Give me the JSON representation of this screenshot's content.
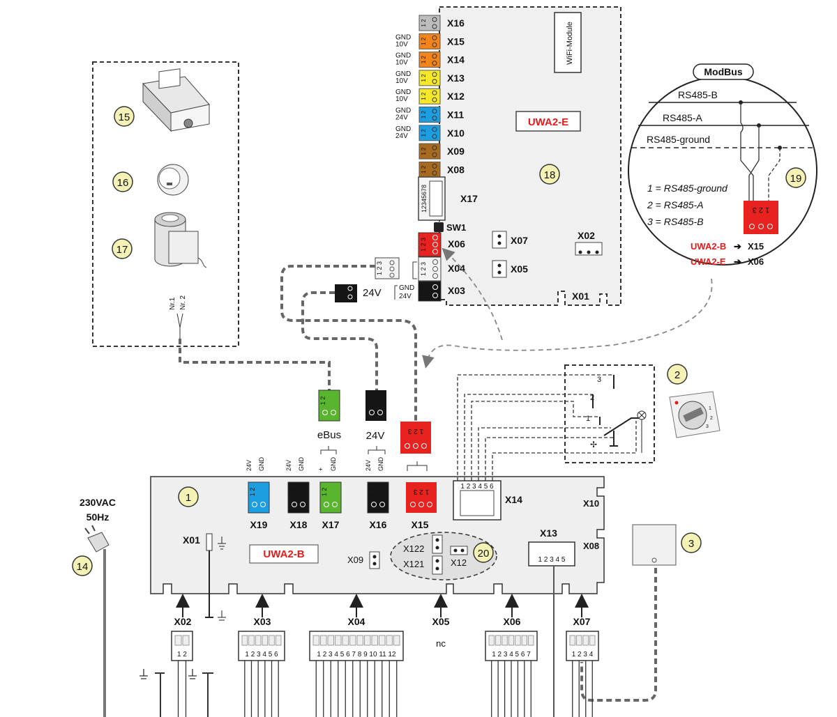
{
  "colors": {
    "red_terminal": "#e8221e",
    "orange_terminal": "#f2841c",
    "yellow_terminal": "#f5e82a",
    "blue_terminal": "#1d9ee0",
    "brown_terminal": "#a86a1e",
    "grey_terminal": "#bdbdbd",
    "green_terminal": "#5ab52e",
    "black_terminal": "#151515",
    "callout_fill": "#f5f2b5",
    "board_fill": "#efefef",
    "label_red": "#e31b1b"
  },
  "boards": {
    "uwa2e": {
      "name": "UWA2-E",
      "wifi_module": "WiFi-Module",
      "callout": "18",
      "terminals": [
        {
          "id": "X16",
          "color": "grey",
          "pins": "1 2",
          "side_label": ""
        },
        {
          "id": "X15",
          "color": "orange",
          "pins": "1 2",
          "side_label": "GND\n10V"
        },
        {
          "id": "X14",
          "color": "orange",
          "pins": "1 2",
          "side_label": "GND\n10V"
        },
        {
          "id": "X13",
          "color": "yellow",
          "pins": "1 2",
          "side_label": "GND\n10V"
        },
        {
          "id": "X12",
          "color": "yellow",
          "pins": "1 2",
          "side_label": "GND\n10V"
        },
        {
          "id": "X11",
          "color": "blue",
          "pins": "1 2",
          "side_label": "GND\n24V"
        },
        {
          "id": "X10",
          "color": "blue",
          "pins": "1 2",
          "side_label": "GND\n24V"
        },
        {
          "id": "X09",
          "color": "brown",
          "pins": "1 2",
          "side_label": ""
        },
        {
          "id": "X08",
          "color": "brown",
          "pins": "1 2",
          "side_label": ""
        }
      ],
      "x17": {
        "id": "X17",
        "pins": "12345678"
      },
      "sw1": "SW1",
      "x06": {
        "id": "X06",
        "pins": "1 2 3"
      },
      "x04": {
        "id": "X04",
        "pins": "1 2 3"
      },
      "x03": {
        "id": "X03",
        "pins": "1 2",
        "side_label_gnd": "GND",
        "side_label_24v": "24V"
      },
      "x07": "X07",
      "x05": "X05",
      "x02": "X02",
      "x01": "X01",
      "plug_24v_label": "24V"
    },
    "uwa2b": {
      "name": "UWA2-B",
      "callout": "1",
      "x19": {
        "id": "X19",
        "labels": [
          "24V",
          "GND"
        ],
        "pins": "1 2"
      },
      "x18": {
        "id": "X18",
        "labels": [
          "24V",
          "GND"
        ],
        "pins": "1 2"
      },
      "x17": {
        "id": "X17",
        "labels": [
          "+",
          "GND"
        ],
        "pins": "1 2"
      },
      "x16": {
        "id": "X16",
        "labels": [
          "24V",
          "GND"
        ],
        "pins": "1 2"
      },
      "x15": {
        "id": "X15",
        "pins": "1 2 3"
      },
      "x14": {
        "id": "X14",
        "pins": "1 2 3 4 5 6"
      },
      "x10": "X10",
      "x08": "X08",
      "x13": {
        "id": "X13",
        "pins": "1 2 3 4 5"
      },
      "x01": "X01",
      "x09": "X09",
      "x122": "X122",
      "x121": "X121",
      "x12": "X12",
      "callout_20": "20"
    }
  },
  "plugs": {
    "ebus": {
      "label": "eBus",
      "pins": "1 2"
    },
    "v24": {
      "label": "24V",
      "pins": "1 2"
    },
    "red3": {
      "pins": "1 2 3"
    }
  },
  "bottom_connectors": [
    {
      "id": "X02",
      "pins": "1 2"
    },
    {
      "id": "X03",
      "pins": "1 2 3 4 5 6"
    },
    {
      "id": "X04",
      "pins": "1 2 3 4 5 6 7 8 9 10 11 12"
    },
    {
      "id": "X05",
      "pins": "",
      "note": "nc"
    },
    {
      "id": "X06",
      "pins": "1 2 3 4 5 6 7"
    },
    {
      "id": "X07",
      "pins": "1 2 3 4"
    }
  ],
  "power": {
    "line1": "230VAC",
    "line2": "50Hz",
    "callout": "14"
  },
  "accessories": {
    "callout_15": "15",
    "callout_16": "16",
    "callout_17": "17",
    "wire_nr1": "Nr.1",
    "wire_nr2": "Nr. 2"
  },
  "switch": {
    "callout": "2",
    "positions": [
      "3",
      "2",
      "1"
    ],
    "dial_labels": [
      "1",
      "2",
      "3"
    ]
  },
  "sensor": {
    "callout": "3"
  },
  "modbus": {
    "title": "ModBus",
    "rs485b": "RS485-B",
    "rs485a": "RS485-A",
    "rs485g": "RS485-ground",
    "legend1": "1 = RS485-ground",
    "legend2": "2 = RS485-A",
    "legend3": "3 = RS485-B",
    "callout": "19",
    "plug_pins": "1 2 3",
    "map_b_board": "UWA2-B",
    "map_b_target": "X15",
    "map_e_board": "UWA2-E",
    "map_e_target": "X06"
  }
}
